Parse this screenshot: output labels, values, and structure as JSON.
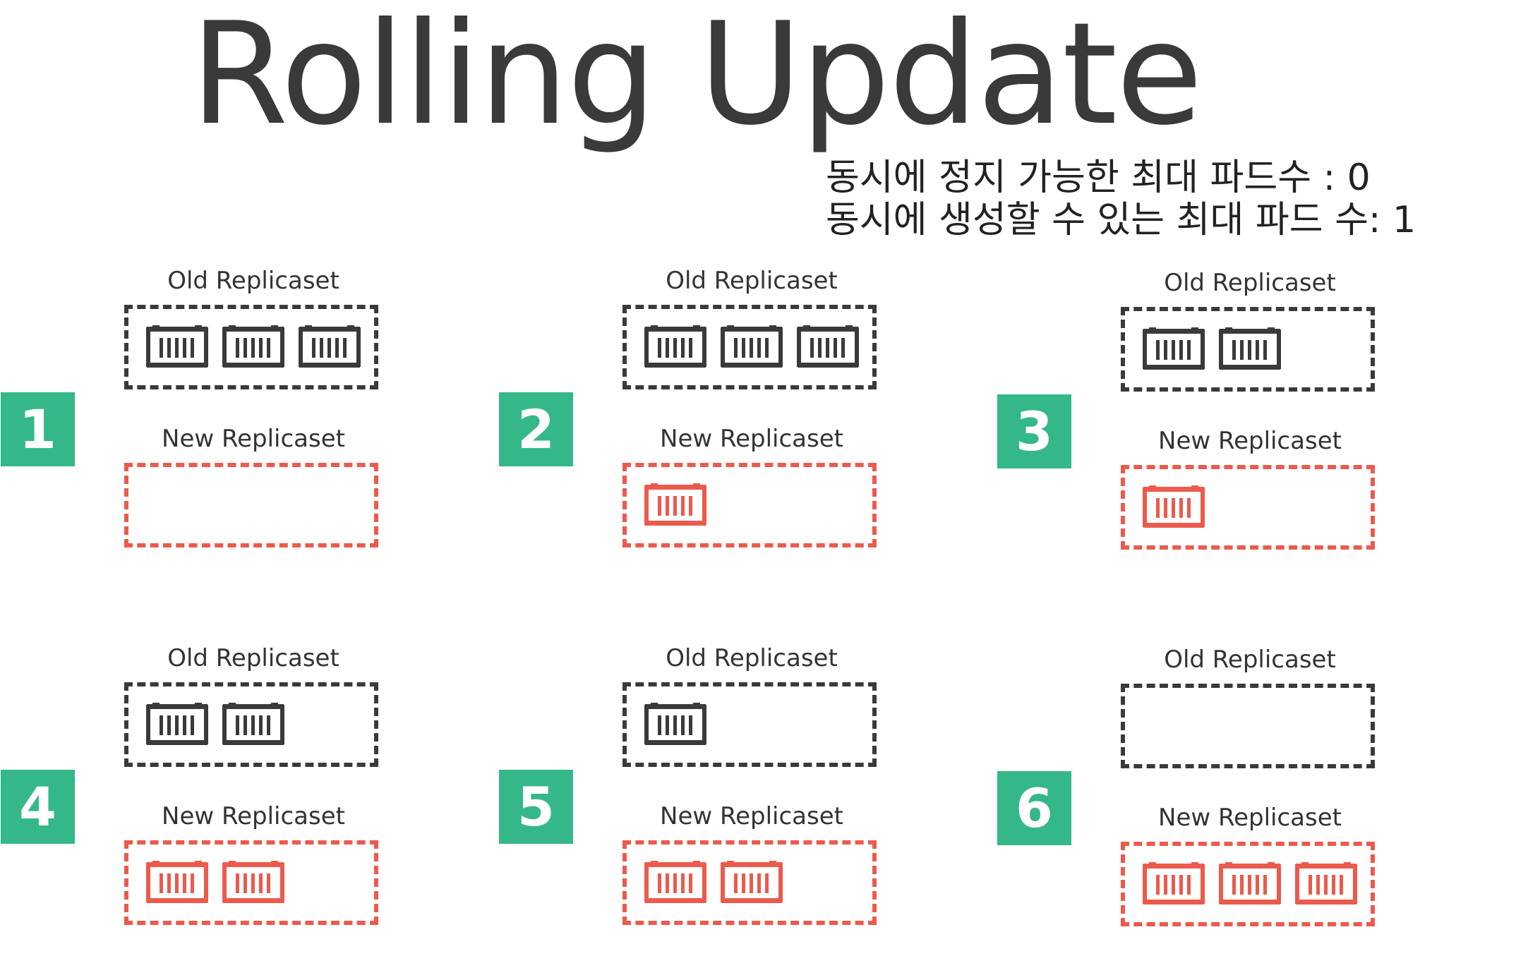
{
  "title": "Rolling Update",
  "notes": [
    "동시에 정지 가능한 최대 파드수 : 0",
    "동시에 생성할 수 있는 최대 파드 수: 1"
  ],
  "colors": {
    "old": "#3a3a3a",
    "new": "#ec5a4c",
    "badge": "#35b887"
  },
  "icon": "container-icon",
  "steps": [
    {
      "number": "1",
      "old_label": "Old Replicaset",
      "new_label": "New Replicaset",
      "old_pods": 3,
      "new_pods": 0
    },
    {
      "number": "2",
      "old_label": "Old Replicaset",
      "new_label": "New Replicaset",
      "old_pods": 3,
      "new_pods": 1
    },
    {
      "number": "3",
      "old_label": "Old Replicaset",
      "new_label": "New Replicaset",
      "old_pods": 2,
      "new_pods": 1
    },
    {
      "number": "4",
      "old_label": "Old Replicaset",
      "new_label": "New Replicaset",
      "old_pods": 2,
      "new_pods": 2
    },
    {
      "number": "5",
      "old_label": "Old Replicaset",
      "new_label": "New Replicaset",
      "old_pods": 1,
      "new_pods": 2
    },
    {
      "number": "6",
      "old_label": "Old Replicaset",
      "new_label": "New Replicaset",
      "old_pods": 0,
      "new_pods": 3
    }
  ]
}
